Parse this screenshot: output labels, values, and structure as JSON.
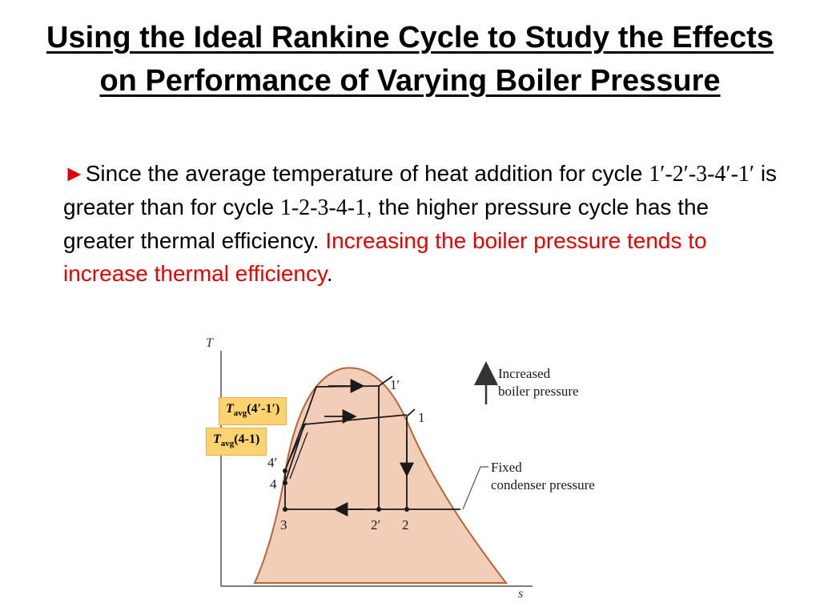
{
  "slide": {
    "title": "Using the Ideal Rankine Cycle to Study the Effects on Performance of Varying Boiler Pressure",
    "bullet": "►",
    "p1": "Since the average temperature of heat addition for cycle",
    "cycle_a": "1′-2′-3-4′-1′",
    "p2": "is greater than for cycle",
    "cycle_b": "1-2-3-4-1",
    "p3": ", the higher pressure cycle has the greater thermal efficiency.",
    "red": "Increasing the boiler pressure tends to increase thermal efficiency",
    "end": "."
  },
  "diagram": {
    "axis_t": "T",
    "axis_s": "s",
    "legend_increased_1": "Increased",
    "legend_increased_2": "boiler pressure",
    "legend_fixed_1": "Fixed",
    "legend_fixed_2": "condenser pressure",
    "pt_1p": "1′",
    "pt_1": "1",
    "pt_4p": "4′",
    "pt_4": "4",
    "pt_3": "3",
    "pt_2p": "2′",
    "pt_2": "2",
    "tag_a_T": "T",
    "tag_a_sub": "avg",
    "tag_a_rest": "(4′-1′)",
    "tag_b_T": "T",
    "tag_b_sub": "avg",
    "tag_b_rest": "(4-1)",
    "colors": {
      "dome_fill": "#f2cdb8",
      "dome_stroke": "#b5653a",
      "tag_bg": "#fcd36e",
      "highlight": "#e00000"
    }
  }
}
